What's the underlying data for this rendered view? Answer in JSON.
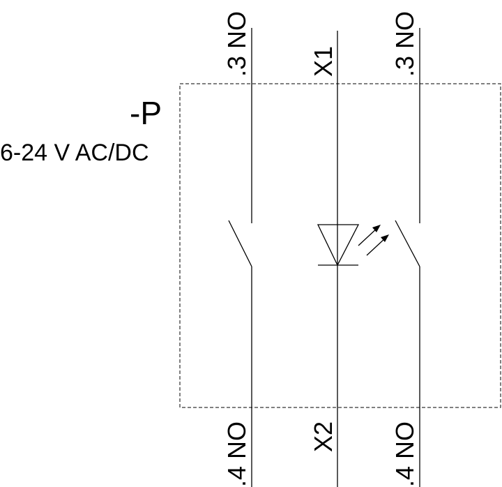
{
  "device": {
    "designation": "-P",
    "voltage": "6-24 V AC/DC"
  },
  "terminals": {
    "left_top": ".3 NO",
    "center_top": "X1",
    "right_top": ".3 NO",
    "left_bottom": ".4 NO",
    "center_bottom": "X2",
    "right_bottom": ".4 NO"
  },
  "symbols": {
    "left_contact": "normally-open-contact",
    "center_element": "led-icon",
    "right_contact": "normally-open-contact"
  }
}
